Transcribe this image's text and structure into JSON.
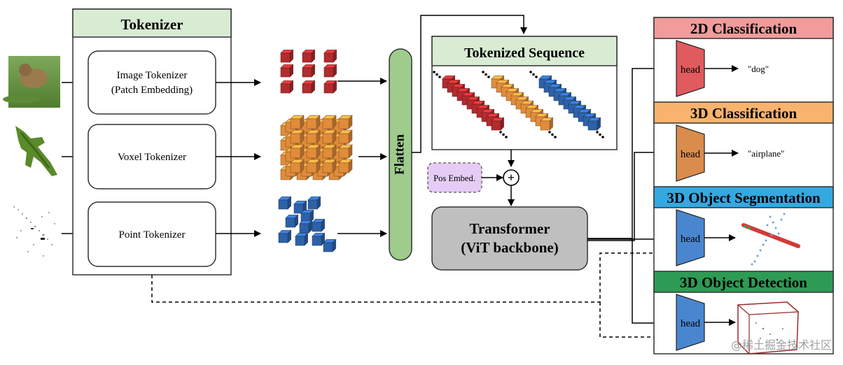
{
  "tokenizer": {
    "title": "Tokenizer",
    "image_tokenizer_line1": "Image Tokenizer",
    "image_tokenizer_line2": "(Patch Embedding)",
    "voxel_tokenizer": "Voxel Tokenizer",
    "point_tokenizer": "Point Tokenizer"
  },
  "flatten_label": "Flatten",
  "tokenized_sequence_title": "Tokenized Sequence",
  "pos_embed_label": "Pos Embed.",
  "plus_symbol": "+",
  "transformer": {
    "line1": "Transformer",
    "line2": "(ViT backbone)"
  },
  "heads": [
    {
      "title": "2D Classification",
      "title_bg": "#f19b9b",
      "head_label": "head",
      "head_color": "#e05a5e",
      "output": "\"dog\""
    },
    {
      "title": "3D Classification",
      "title_bg": "#f9b36e",
      "head_label": "head",
      "head_color": "#d98c4c",
      "output": "\"airplane\""
    },
    {
      "title": "3D Object Segmentation",
      "title_bg": "#35a8e0",
      "head_label": "head",
      "head_color": "#4a86cf",
      "output": ""
    },
    {
      "title": "3D Object Detection",
      "title_bg": "#2e9b55",
      "head_label": "head",
      "head_color": "#4a86cf",
      "output": ""
    }
  ],
  "watermark": "@稀土掘金技术社区",
  "colors": {
    "tokenizer_header": "#d8ebd3",
    "flatten": "#9fcb8c",
    "sequence_header": "#d8ebd3",
    "pos_embed": "#e5ccf5",
    "transformer": "#bfbfbf",
    "token_red": "#b22b2f",
    "token_orange": "#e08c3a",
    "token_blue": "#2d62a8"
  }
}
